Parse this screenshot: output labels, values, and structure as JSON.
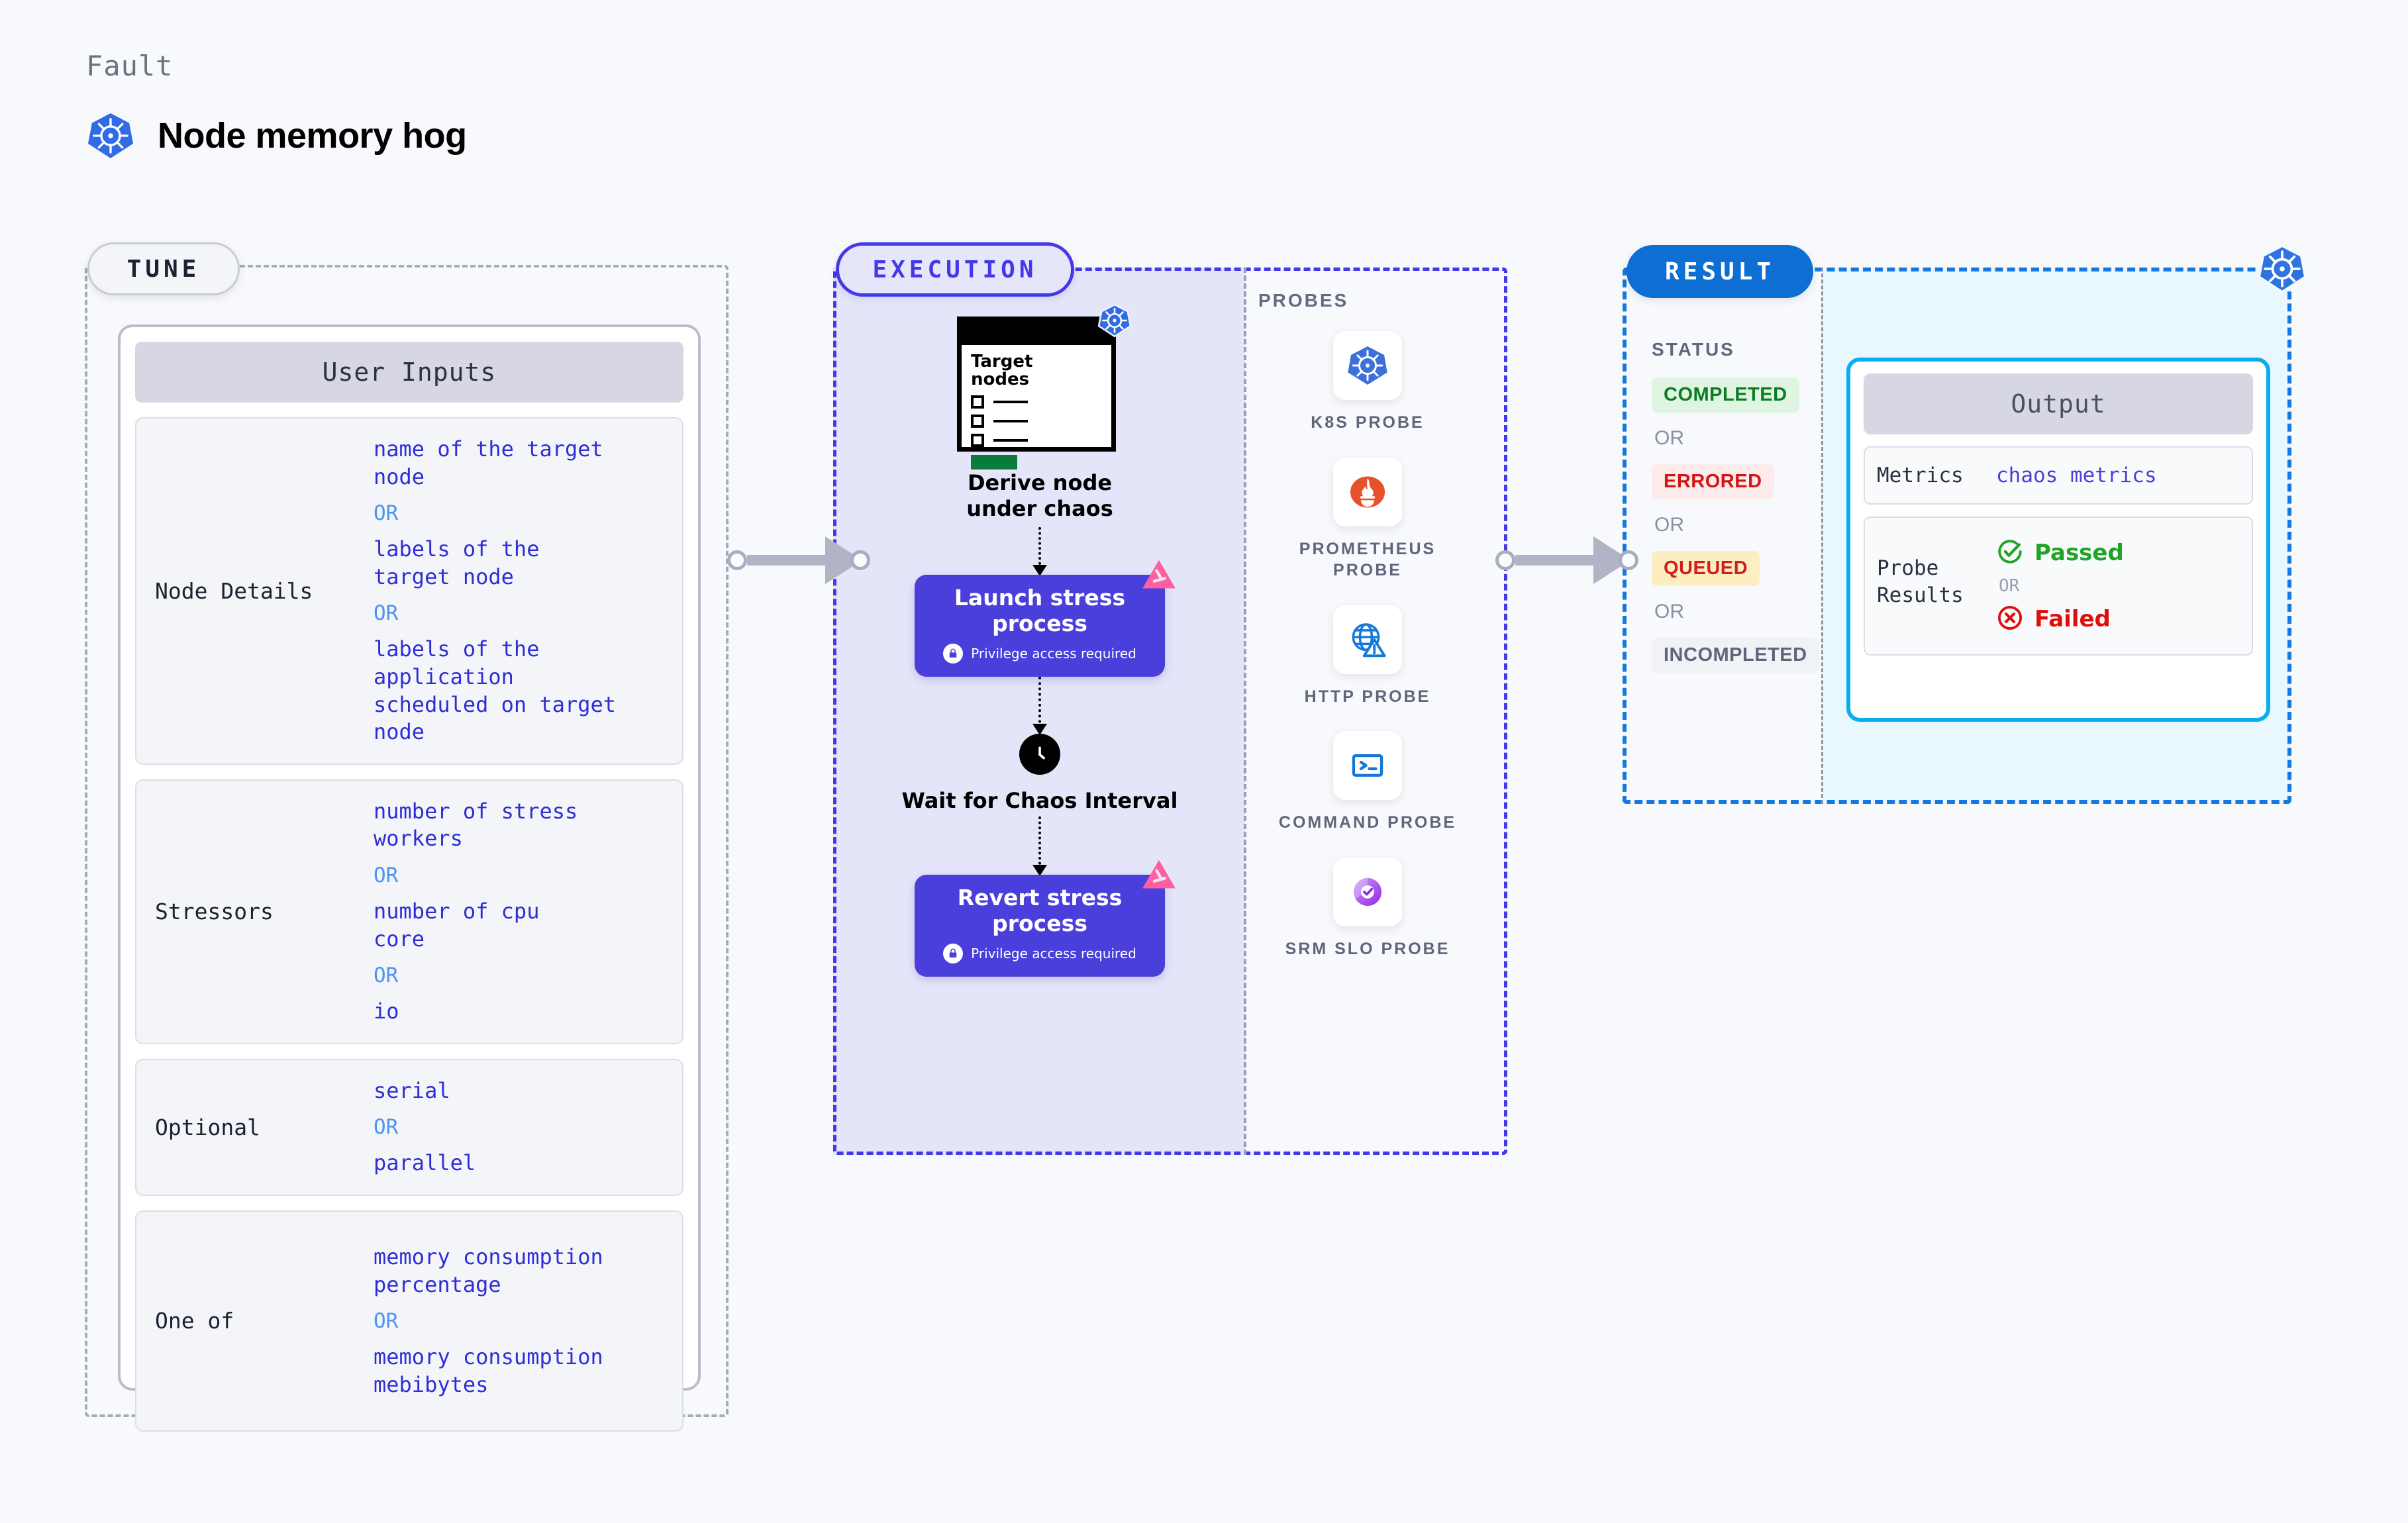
{
  "header": {
    "fault_label": "Fault",
    "fault_title": "Node memory hog",
    "icon": "kubernetes-icon"
  },
  "stages": {
    "tune": {
      "pill_label": "TUNE"
    },
    "execution": {
      "pill_label": "EXECUTION"
    },
    "result": {
      "pill_label": "RESULT"
    }
  },
  "tune": {
    "card_title": "User Inputs",
    "rows": [
      {
        "label": "Node Details",
        "values": [
          "name of the target\nnode",
          "labels of the\ntarget node",
          "labels of the application\n scheduled on target node"
        ],
        "or_label": "OR"
      },
      {
        "label": "Stressors",
        "values": [
          "number of stress\nworkers",
          "number of cpu\ncore",
          "io"
        ],
        "or_label": "OR"
      },
      {
        "label": "Optional",
        "values": [
          "serial",
          "parallel"
        ],
        "or_label": "OR"
      },
      {
        "label": "One of",
        "values": [
          "memory consumption\npercentage",
          "memory consumption\nmebibytes"
        ],
        "or_label": "OR"
      }
    ]
  },
  "execution": {
    "target_card": {
      "title": "Target\nnodes",
      "icon": "kubernetes-icon"
    },
    "steps": [
      {
        "title": "Derive node under chaos",
        "kind": "icon-step"
      },
      {
        "title": "Launch stress process",
        "subtitle": "Privilege access required",
        "kind": "process",
        "icon": "lock-icon",
        "badge": "litmus-icon"
      },
      {
        "title": "Wait for Chaos Interval",
        "kind": "icon-step",
        "icon": "clock-icon"
      },
      {
        "title": "Revert stress process",
        "subtitle": "Privilege access required",
        "kind": "process",
        "icon": "lock-icon",
        "badge": "litmus-icon"
      }
    ]
  },
  "probes": {
    "title": "PROBES",
    "items": [
      {
        "label": "K8S PROBE",
        "icon": "kubernetes-icon"
      },
      {
        "label": "PROMETHEUS PROBE",
        "icon": "prometheus-icon"
      },
      {
        "label": "HTTP PROBE",
        "icon": "globe-warning-icon"
      },
      {
        "label": "COMMAND PROBE",
        "icon": "terminal-icon"
      },
      {
        "label": "SRM SLO PROBE",
        "icon": "srm-slo-icon"
      }
    ]
  },
  "result": {
    "status_title": "STATUS",
    "or_label": "OR",
    "statuses": [
      {
        "label": "COMPLETED",
        "bg": "#dff5e1",
        "fg": "#0b7c23"
      },
      {
        "label": "ERRORED",
        "bg": "#fdeaea",
        "fg": "#d01616"
      },
      {
        "label": "QUEUED",
        "bg": "#fdeec2",
        "fg": "#cf1f1f"
      },
      {
        "label": "INCOMPLETED",
        "bg": "#f1f2f6",
        "fg": "#5e6679"
      }
    ],
    "k8s_icon": "kubernetes-icon"
  },
  "output": {
    "card_title": "Output",
    "metrics_label": "Metrics",
    "metrics_value": "chaos metrics",
    "probe_results_label": "Probe\nResults",
    "passed_label": "Passed",
    "failed_label": "Failed",
    "or_label": "OR",
    "passed_icon": "check-circle-icon",
    "failed_icon": "x-circle-icon"
  },
  "colors": {
    "canvas": "#f8f9fc",
    "execution_accent": "#4338ea",
    "result_accent": "#0d6fd4",
    "output_border": "#0cadec",
    "value_text": "#2e2ed6",
    "or_text": "#4f94ef",
    "process_box": "#4b3fdc"
  }
}
